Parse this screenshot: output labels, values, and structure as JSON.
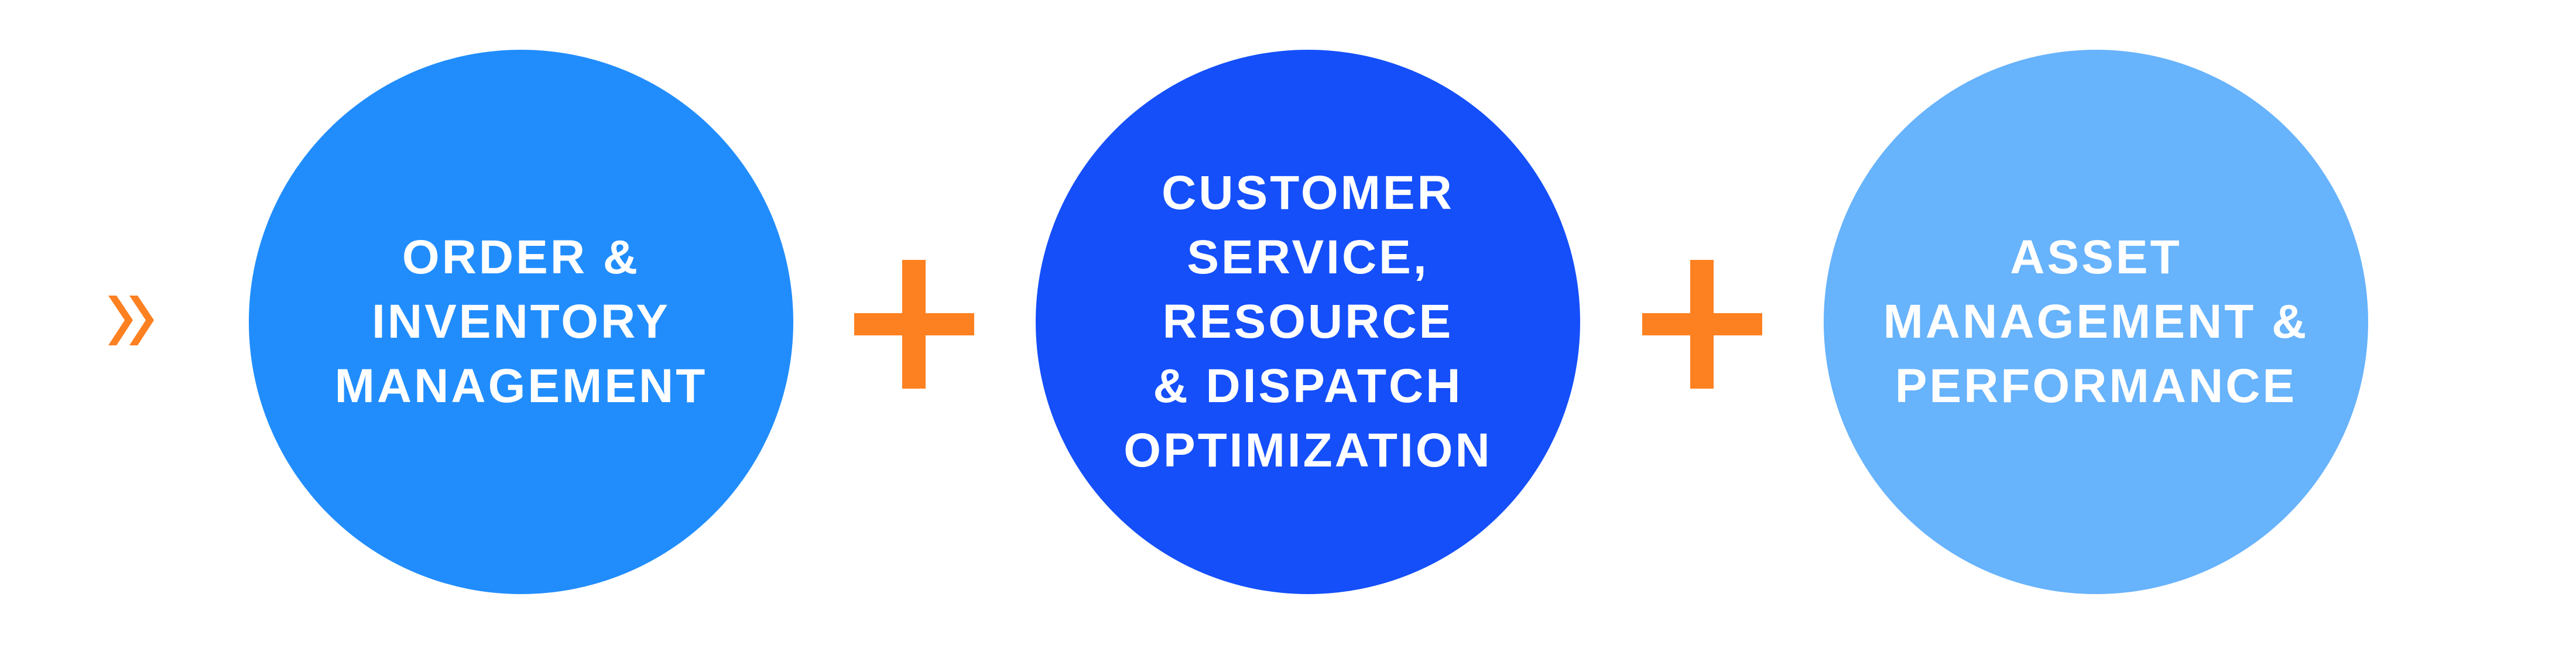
{
  "colors": {
    "accent": "#fd8021",
    "circle_1": "#218dfd",
    "circle_2": "#144ffa",
    "circle_3": "#67b3fc"
  },
  "icons": {
    "start": "double-chevron-right-icon",
    "join": "plus-icon"
  },
  "circles": [
    {
      "label": "ORDER &\nINVENTORY\nMANAGEMENT"
    },
    {
      "label": "CUSTOMER\nSERVICE,\nRESOURCE\n& DISPATCH\nOPTIMIZATION"
    },
    {
      "label": "ASSET\nMANAGEMENT &\nPERFORMANCE"
    }
  ]
}
